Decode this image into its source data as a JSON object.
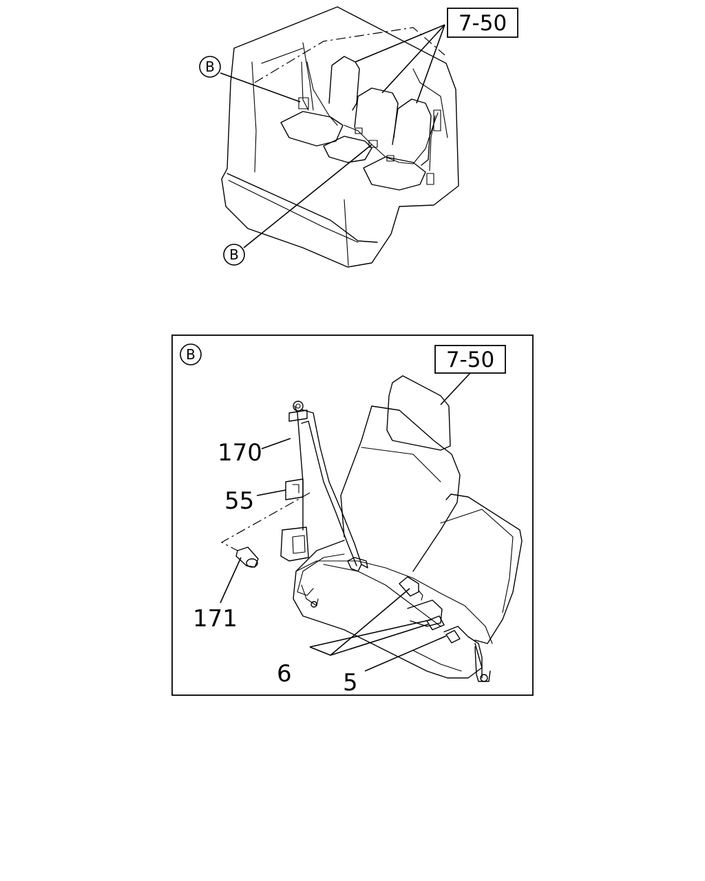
{
  "overview": {
    "ref_label": "7-50",
    "callouts": [
      "B",
      "B"
    ]
  },
  "detail": {
    "panel_label": "B",
    "ref_label": "7-50",
    "parts": [
      {
        "id": "belt",
        "label": "170"
      },
      {
        "id": "bracket",
        "label": "55"
      },
      {
        "id": "bolt",
        "label": "171"
      },
      {
        "id": "buckle",
        "label": "6"
      },
      {
        "id": "tongue",
        "label": "5"
      }
    ]
  }
}
